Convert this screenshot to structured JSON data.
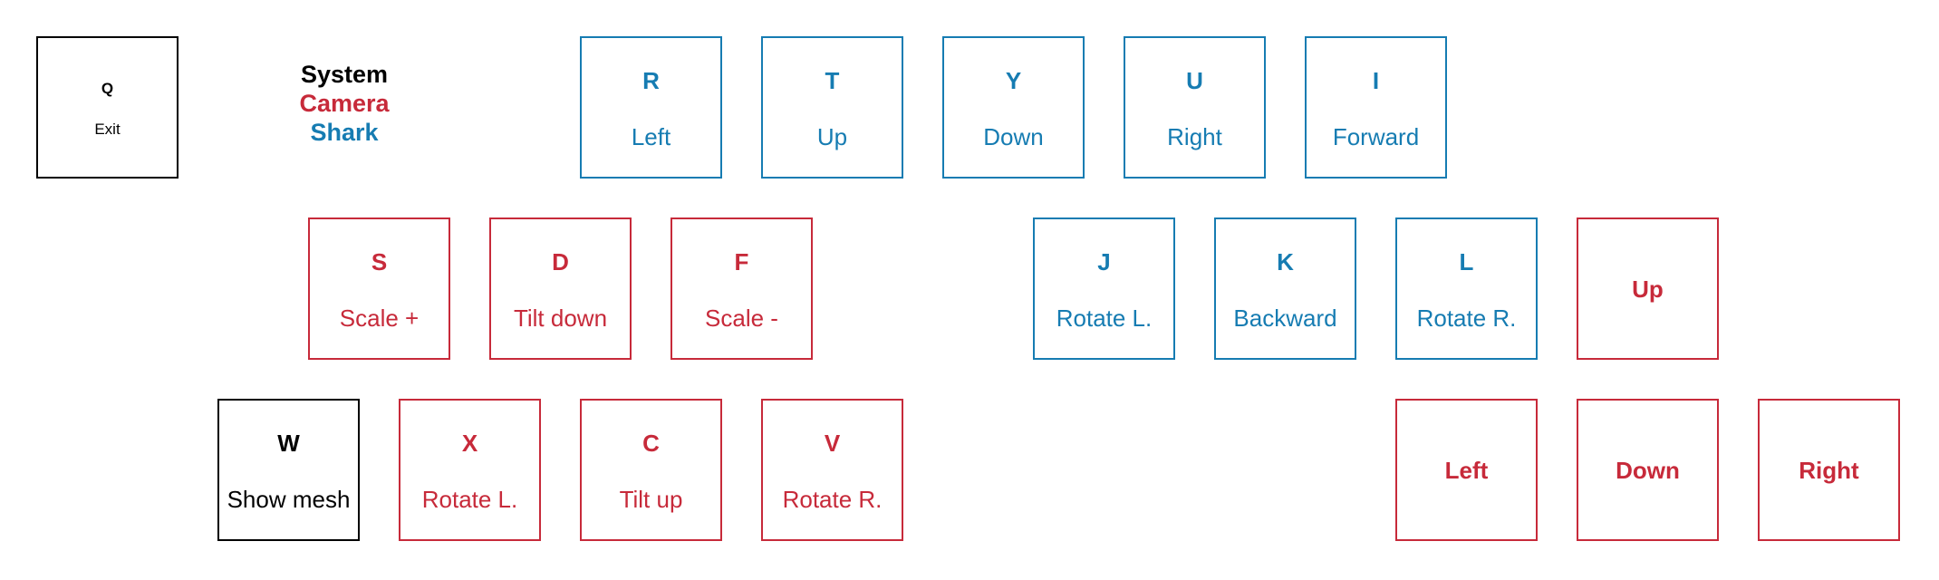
{
  "legend": {
    "system": "System",
    "camera": "Camera",
    "shark": "Shark"
  },
  "colors": {
    "system": "#000000",
    "camera": "#c72a3a",
    "shark": "#167cb2"
  },
  "keys": {
    "q": {
      "key": "Q",
      "label": "Exit"
    },
    "w": {
      "key": "W",
      "label": "Show mesh"
    },
    "r": {
      "key": "R",
      "label": "Left"
    },
    "t": {
      "key": "T",
      "label": "Up"
    },
    "y": {
      "key": "Y",
      "label": "Down"
    },
    "u": {
      "key": "U",
      "label": "Right"
    },
    "i": {
      "key": "I",
      "label": "Forward"
    },
    "j": {
      "key": "J",
      "label": "Rotate L."
    },
    "k": {
      "key": "K",
      "label": "Backward"
    },
    "l": {
      "key": "L",
      "label": "Rotate R."
    },
    "s": {
      "key": "S",
      "label": "Scale +"
    },
    "d": {
      "key": "D",
      "label": "Tilt down"
    },
    "f": {
      "key": "F",
      "label": "Scale -"
    },
    "x": {
      "key": "X",
      "label": "Rotate L."
    },
    "c": {
      "key": "C",
      "label": "Tilt up"
    },
    "v": {
      "key": "V",
      "label": "Rotate R."
    },
    "up": {
      "label": "Up"
    },
    "left": {
      "label": "Left"
    },
    "down": {
      "label": "Down"
    },
    "right": {
      "label": "Right"
    }
  }
}
